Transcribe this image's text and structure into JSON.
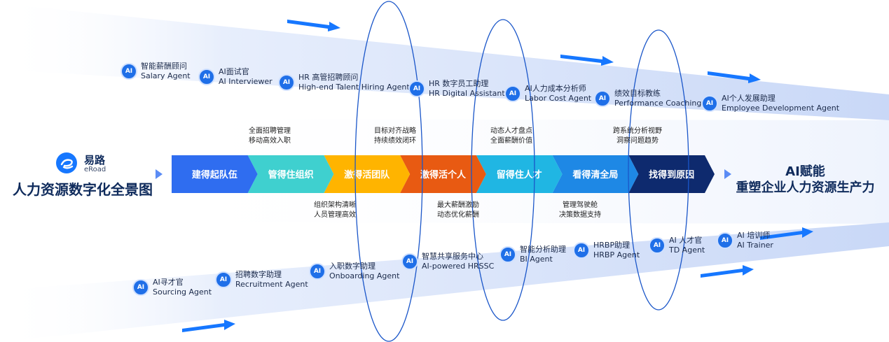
{
  "brand": {
    "name_cn": "易路",
    "name_en": "eRoad",
    "title": "人力资源数字化全景图"
  },
  "ai": {
    "title": "AI赋能",
    "subtitle": "重塑企业人力资源生产力"
  },
  "stages": [
    {
      "label": "建得起队伍",
      "color": "#2f6df0"
    },
    {
      "label": "管得住组织",
      "color": "#3fd0cf"
    },
    {
      "label": "激得活团队",
      "color": "#ffb400"
    },
    {
      "label": "激得活个人",
      "color": "#e85a12"
    },
    {
      "label": "留得住人才",
      "color": "#20b6e3"
    },
    {
      "label": "看得清全局",
      "color": "#1e88e5"
    },
    {
      "label": "找得到原因",
      "color": "#0e2a6e"
    }
  ],
  "annotations_top": [
    {
      "line1": "全面招聘管理",
      "line2": "移动高效入职"
    },
    {
      "line1": "目标对齐战略",
      "line2": "持续绩效闭环"
    },
    {
      "line1": "动态人才盘点",
      "line2": "全面薪酬价值"
    },
    {
      "line1": "跨系统分析视野",
      "line2": "洞察问题趋势"
    }
  ],
  "annotations_bottom": [
    {
      "line1": "组织架构清晰",
      "line2": "人员管理高效"
    },
    {
      "line1": "最大薪酬激励",
      "line2": "动态优化薪酬"
    },
    {
      "line1": "管理驾驶舱",
      "line2": "决策数据支持"
    }
  ],
  "agents_top": [
    {
      "cn": "智能薪酬顾问",
      "en": "Salary Agent"
    },
    {
      "cn": "AI面试官",
      "en": "AI Interviewer"
    },
    {
      "cn": "HR 高管招聘顾问",
      "en": "High-end Talent Hiring Agent"
    },
    {
      "cn": "HR 数字员工助理",
      "en": "HR Digital Assistant"
    },
    {
      "cn": "AI人力成本分析师",
      "en": "Labor Cost Agent"
    },
    {
      "cn": "绩效目标教练",
      "en": "Performance Coaching"
    },
    {
      "cn": "AI个人发展助理",
      "en": "Employee Development Agent"
    }
  ],
  "agents_bottom": [
    {
      "cn": "AI寻才官",
      "en": "Sourcing Agent"
    },
    {
      "cn": "招聘数字助理",
      "en": "Recruitment Agent"
    },
    {
      "cn": "入职数字助理",
      "en": "Onboarding Agent"
    },
    {
      "cn": "智慧共享服务中心",
      "en": "AI-powered HRSSC"
    },
    {
      "cn": "智能分析助理",
      "en": "BI Agent"
    },
    {
      "cn": "HRBP助理",
      "en": "HRBP Agent"
    },
    {
      "cn": "AI 人才官",
      "en": "TD Agent"
    },
    {
      "cn": "AI 培训师",
      "en": "AI Trainer"
    }
  ],
  "icon_text": "AI",
  "colors": {
    "ribbon": "#dbe6fb",
    "arrow_accent": "#1677ff",
    "ellipse": "#1a56c9",
    "title": "#0f2b5c"
  }
}
